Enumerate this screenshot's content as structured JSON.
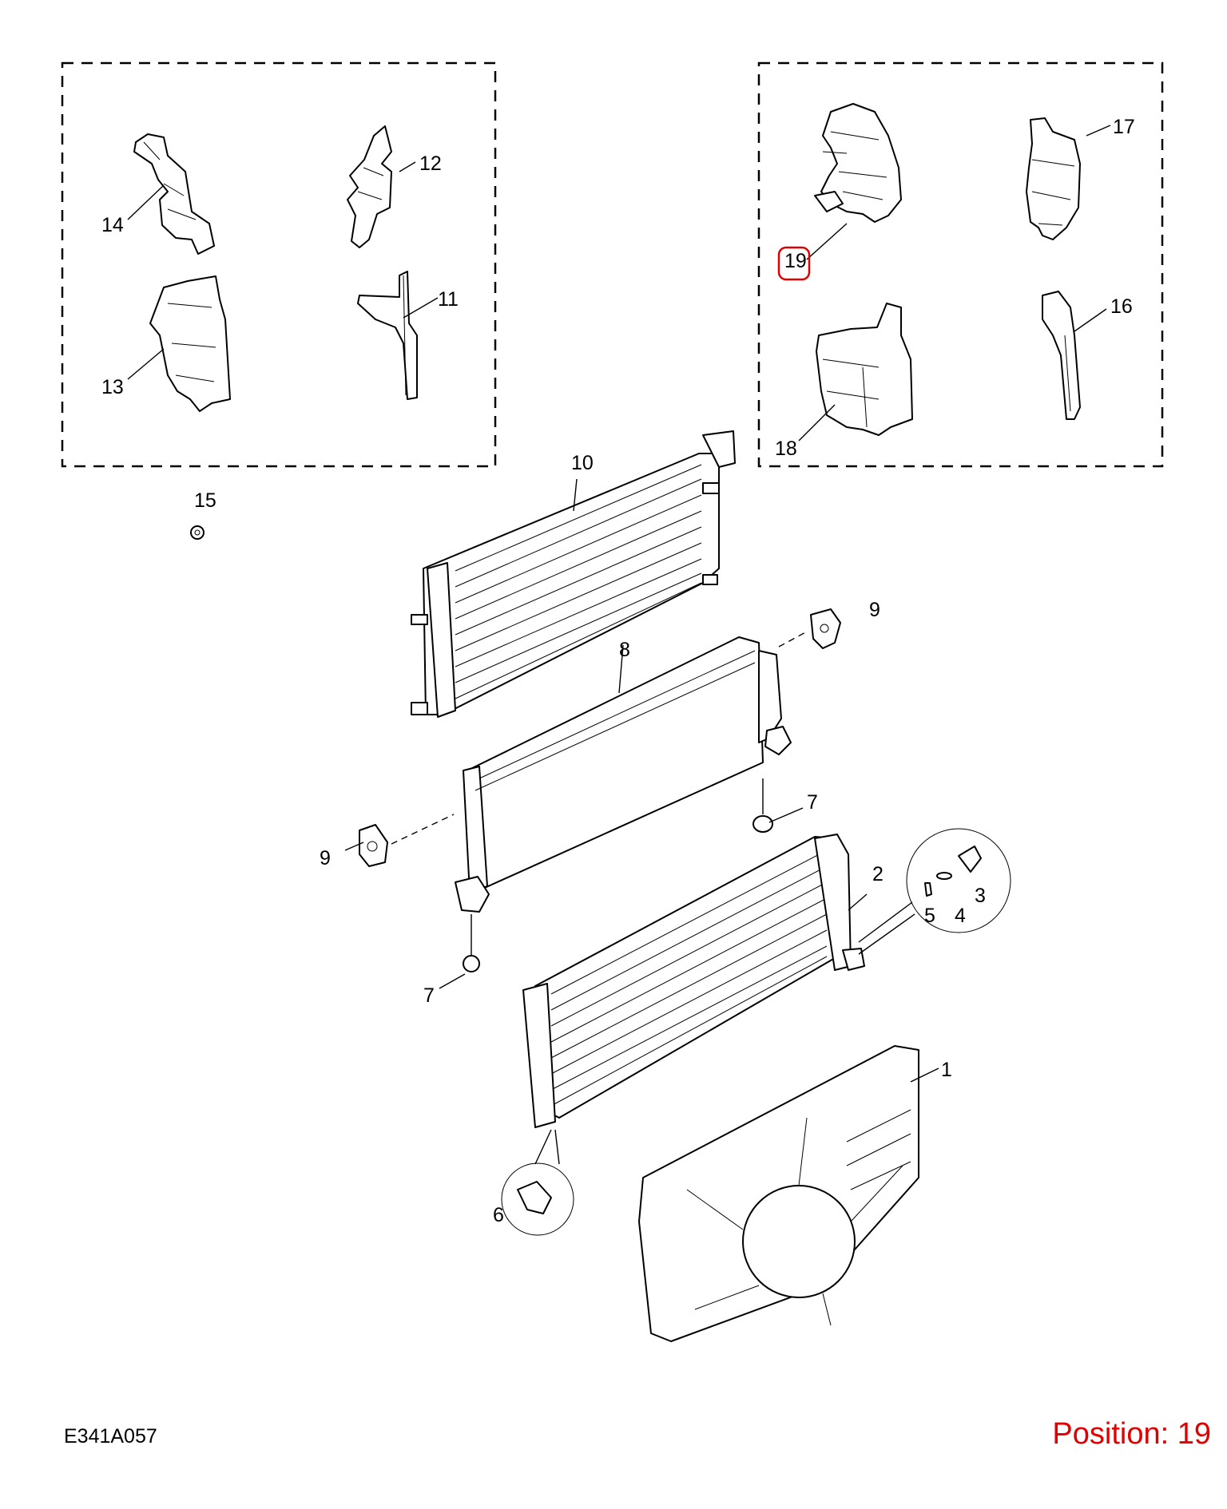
{
  "diagram_code": "E341A057",
  "position_label": "Position: 19",
  "highlight_color": "#e00000",
  "callouts": {
    "c1": "1",
    "c2": "2",
    "c3": "3",
    "c4": "4",
    "c5": "5",
    "c6": "6",
    "c7a": "7",
    "c7b": "7",
    "c8": "8",
    "c9a": "9",
    "c9b": "9",
    "c10": "10",
    "c11": "11",
    "c12": "12",
    "c13": "13",
    "c14": "14",
    "c15": "15",
    "c16": "16",
    "c17": "17",
    "c18": "18",
    "c19": "19"
  }
}
